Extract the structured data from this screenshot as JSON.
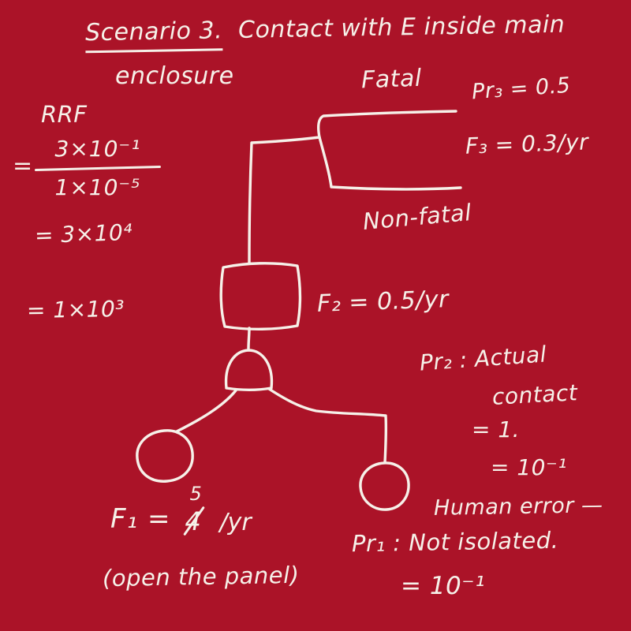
{
  "colors": {
    "background": "#AB1328",
    "ink": "#F6F1E9"
  },
  "title": {
    "scenario": "Scenario 3.",
    "rest": "Contact with E inside main",
    "line2": "enclosure"
  },
  "rrf": {
    "label": "RRF",
    "eq_sign": "=",
    "numerator": "3×10⁻¹",
    "denominator": "1×10⁻⁵",
    "line2": "= 3×10⁴",
    "line3": "= 1×10³"
  },
  "tree": {
    "fatal_label": "Fatal",
    "nonfatal_label": "Non-fatal",
    "pr3": "Pr₃ = 0.5",
    "f3": "F₃ = 0.3/yr",
    "f2": "F₂ = 0.5/yr",
    "pr2_line1": "Pr₂ : Actual",
    "pr2_line2": "contact",
    "pr2_line3": "= 1.",
    "pr2_line4": "= 10⁻¹",
    "human_error": "Human error —",
    "f1_prefix": "F₁ =",
    "f1_old": "4",
    "f1_new": "5",
    "f1_suffix": "/yr",
    "f1_note": "(open the panel)",
    "pr1_line1": "Pr₁ : Not isolated.",
    "pr1_line2": "= 10⁻¹"
  }
}
